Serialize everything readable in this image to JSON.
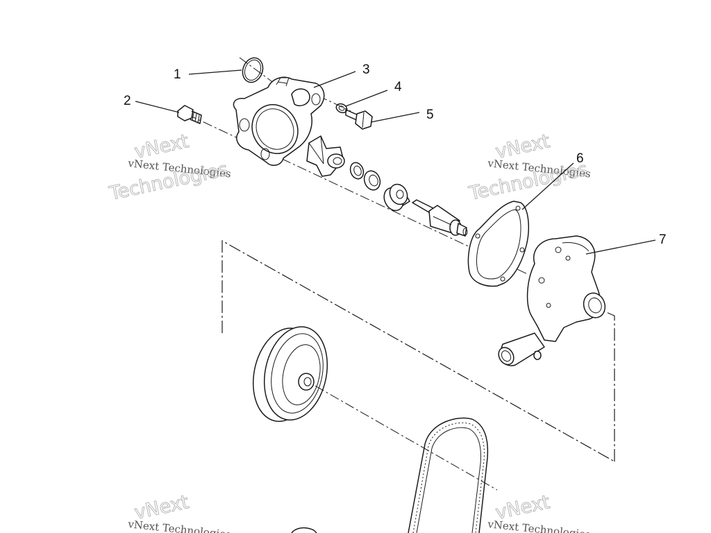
{
  "diagram": {
    "callouts": [
      {
        "id": "1",
        "text": "1"
      },
      {
        "id": "2",
        "text": "2"
      },
      {
        "id": "3",
        "text": "3"
      },
      {
        "id": "4",
        "text": "4"
      },
      {
        "id": "5",
        "text": "5"
      },
      {
        "id": "6",
        "text": "6"
      },
      {
        "id": "7",
        "text": "7"
      }
    ],
    "watermark": {
      "line1": "vNext",
      "line2": "vNext Technologies",
      "line3": "Technologies"
    },
    "colors": {
      "ink": "#1a1a1a",
      "watermark": "#b9b9b9",
      "background": "#ffffff"
    }
  }
}
